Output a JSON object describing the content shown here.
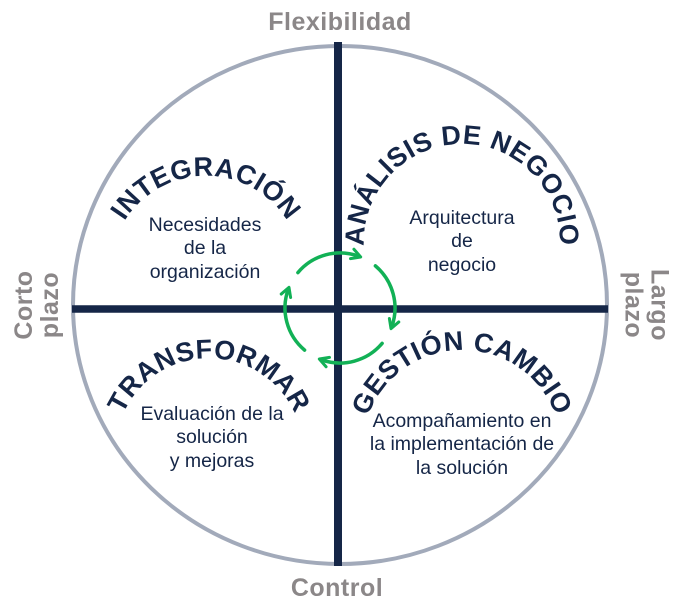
{
  "colors": {
    "navy": "#152647",
    "gray": "#8b8788",
    "circle": "#a2aaba",
    "green": "#12b156"
  },
  "axes": {
    "top": "Flexibilidad",
    "bottom": "Control",
    "left": "Corto\nplazo",
    "right": "Largo\nplazo"
  },
  "quadrants": [
    {
      "id": "integracion",
      "title": "INTEGRACIÓN",
      "subtitle": "Necesidades\nde la\norganización"
    },
    {
      "id": "analisis-de-negocio",
      "title": "ANÁLISIS DE NEGOCIO",
      "subtitle": "Arquitectura\nde\nnegocio"
    },
    {
      "id": "transformar",
      "title": "TRANSFORMAR",
      "subtitle": "Evaluación de la\nsolución\ny mejoras"
    },
    {
      "id": "gestion-cambio",
      "title": "GESTIÓN CAMBIO",
      "subtitle": "Acompañamiento en\nla implementación de\nla solución"
    }
  ],
  "icons": {
    "center": "clockwise-cycle-arrows"
  }
}
